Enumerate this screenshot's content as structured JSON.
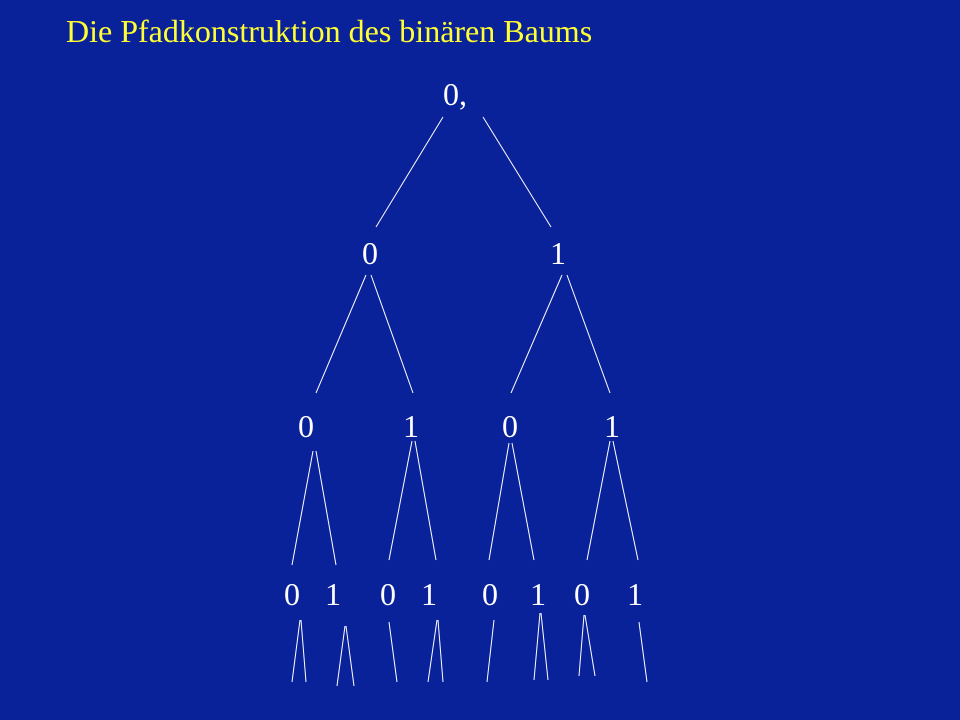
{
  "title": "Die Pfadkonstruktion des binären Baums",
  "colors": {
    "background": "#0a2299",
    "title": "#ffff33",
    "tree": "#ffffff"
  },
  "tree": {
    "root": "0,",
    "level1": [
      "0",
      "1"
    ],
    "level2": [
      "0",
      "1",
      "0",
      "1"
    ],
    "level3": [
      "0",
      "1",
      "0",
      "1",
      "0",
      "1",
      "0",
      "1"
    ]
  }
}
